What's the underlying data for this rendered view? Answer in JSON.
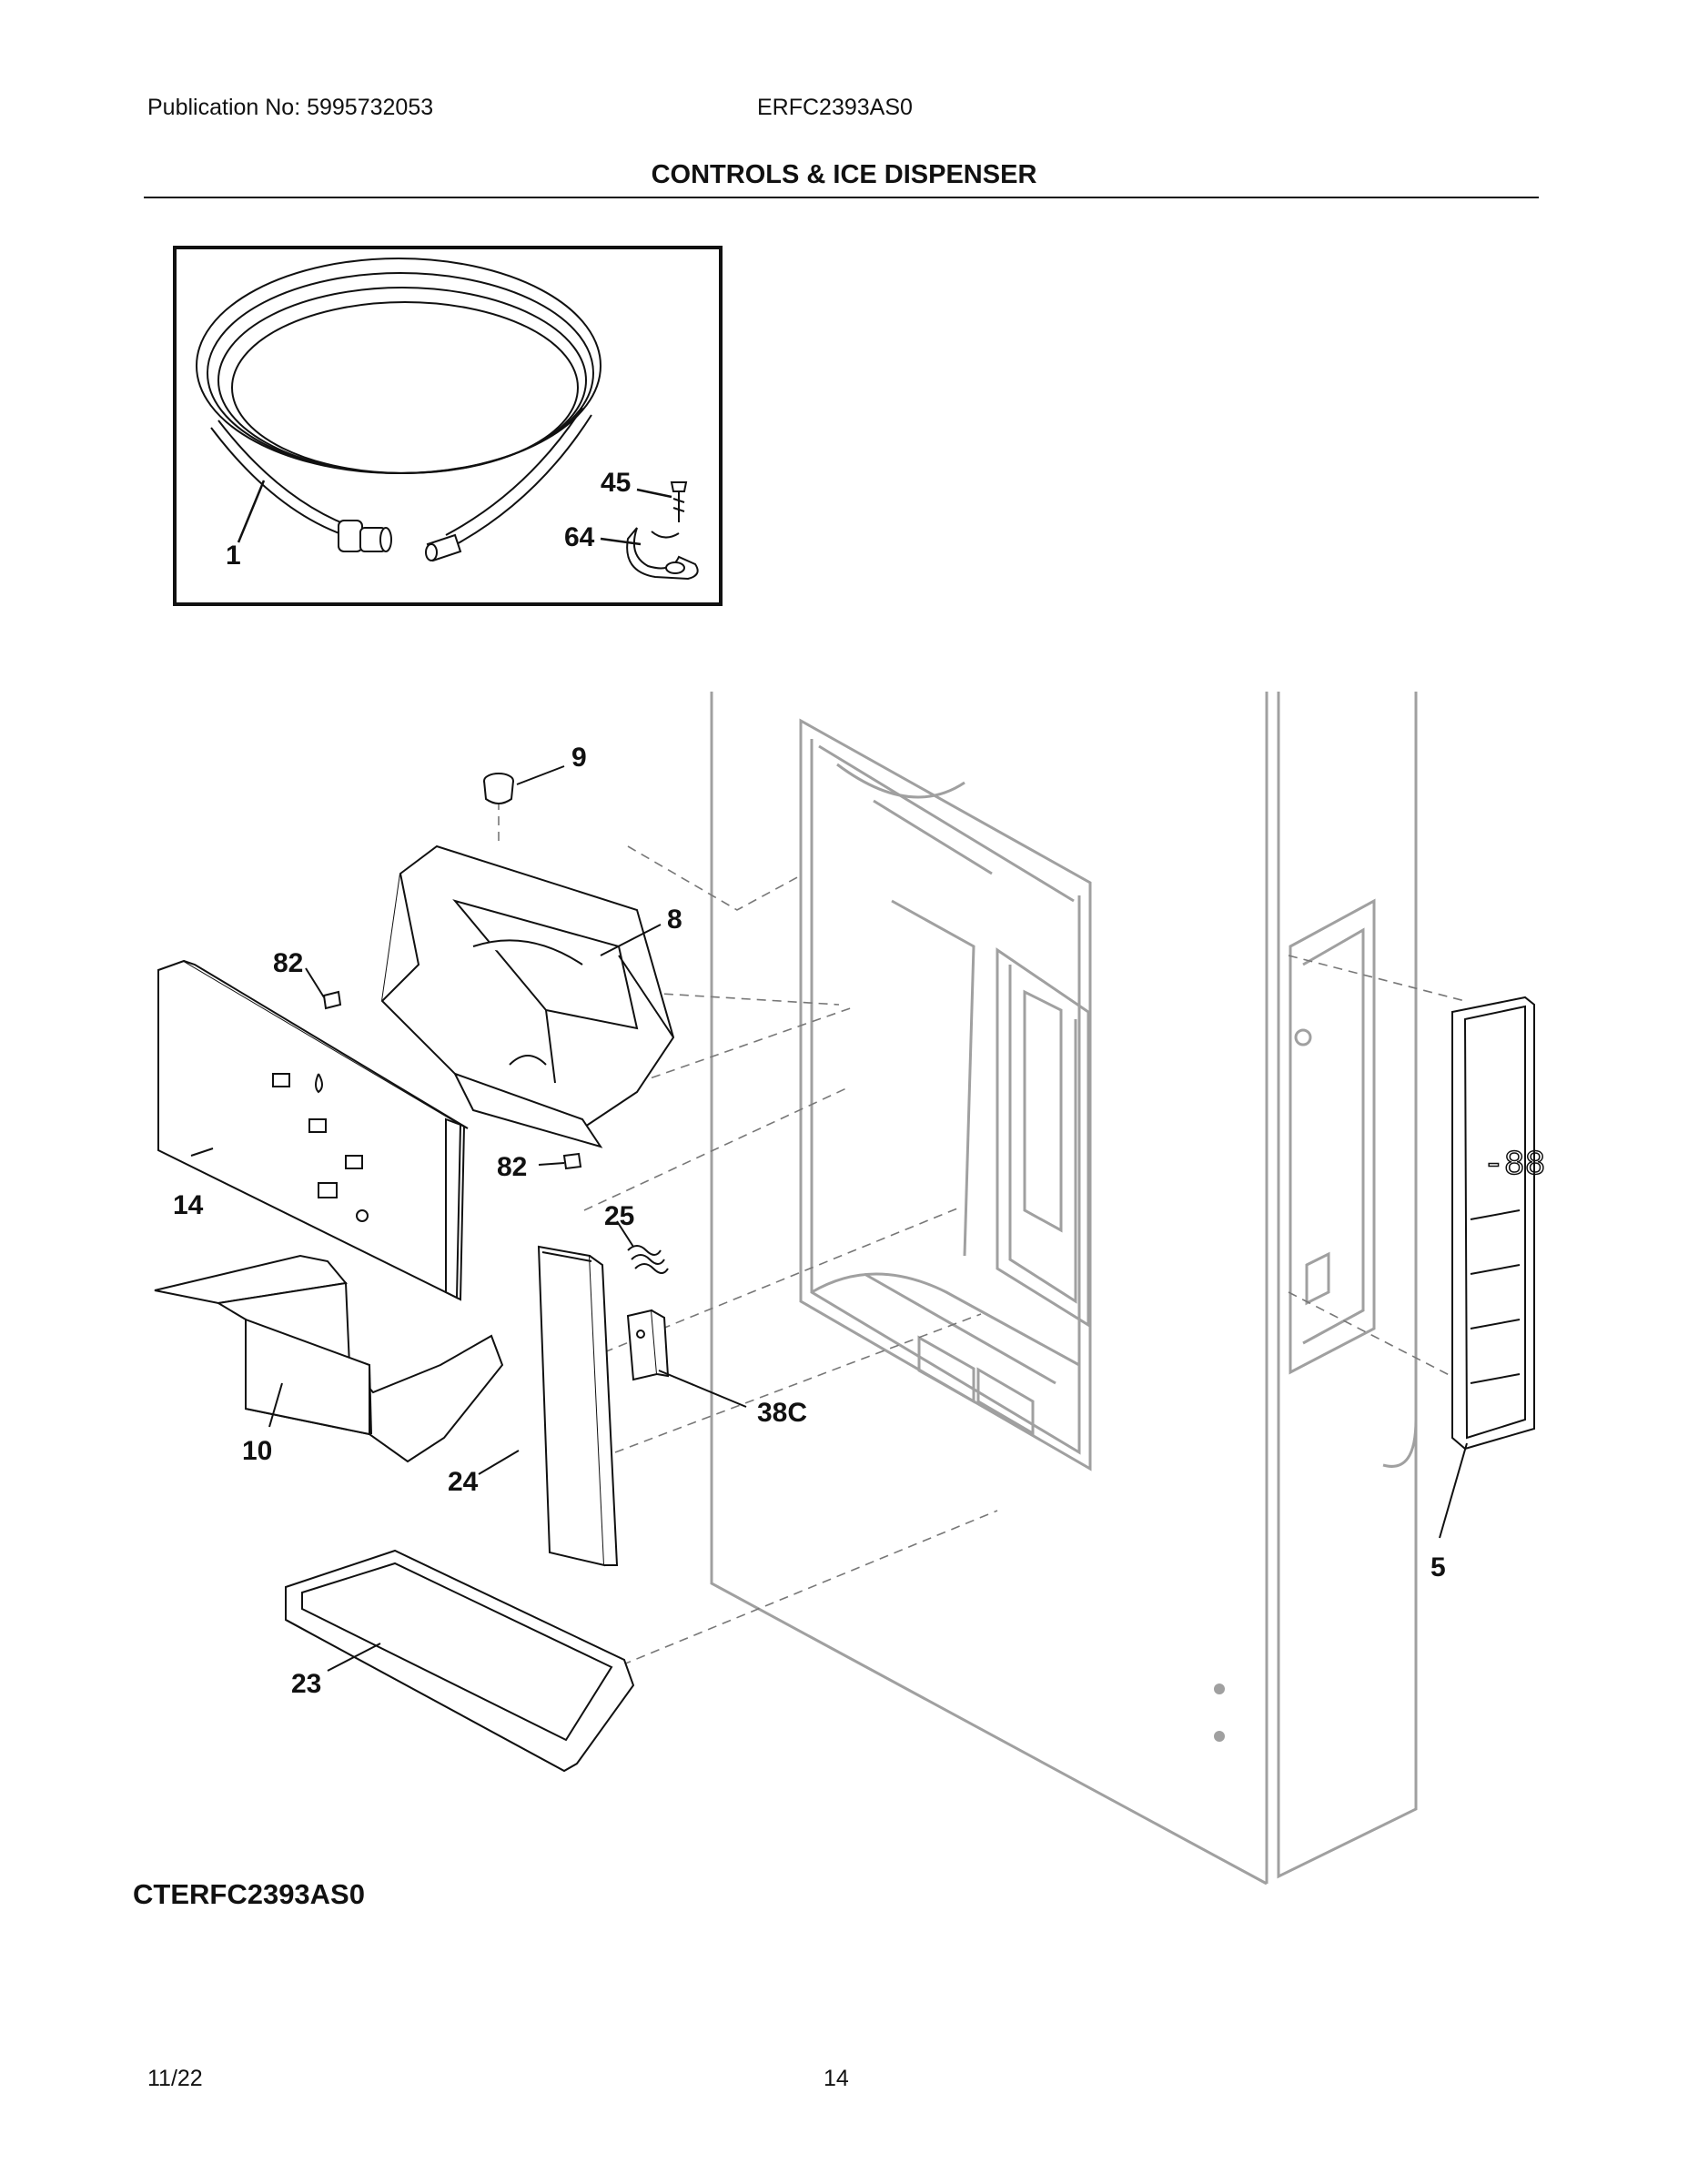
{
  "header": {
    "publication": "Publication No: 5995732053",
    "model": "ERFC2393AS0",
    "section_title": "CONTROLS & ICE DISPENSER"
  },
  "callouts": {
    "c1": "1",
    "c45": "45",
    "c64": "64",
    "c9": "9",
    "c8": "8",
    "c82a": "82",
    "c82b": "82",
    "c14": "14",
    "c25": "25",
    "c38c": "38C",
    "c10": "10",
    "c24": "24",
    "c23": "23",
    "c5": "5"
  },
  "footer": {
    "diagram_code": "CTERFC2393AS0",
    "date": "11/22",
    "page": "14"
  }
}
